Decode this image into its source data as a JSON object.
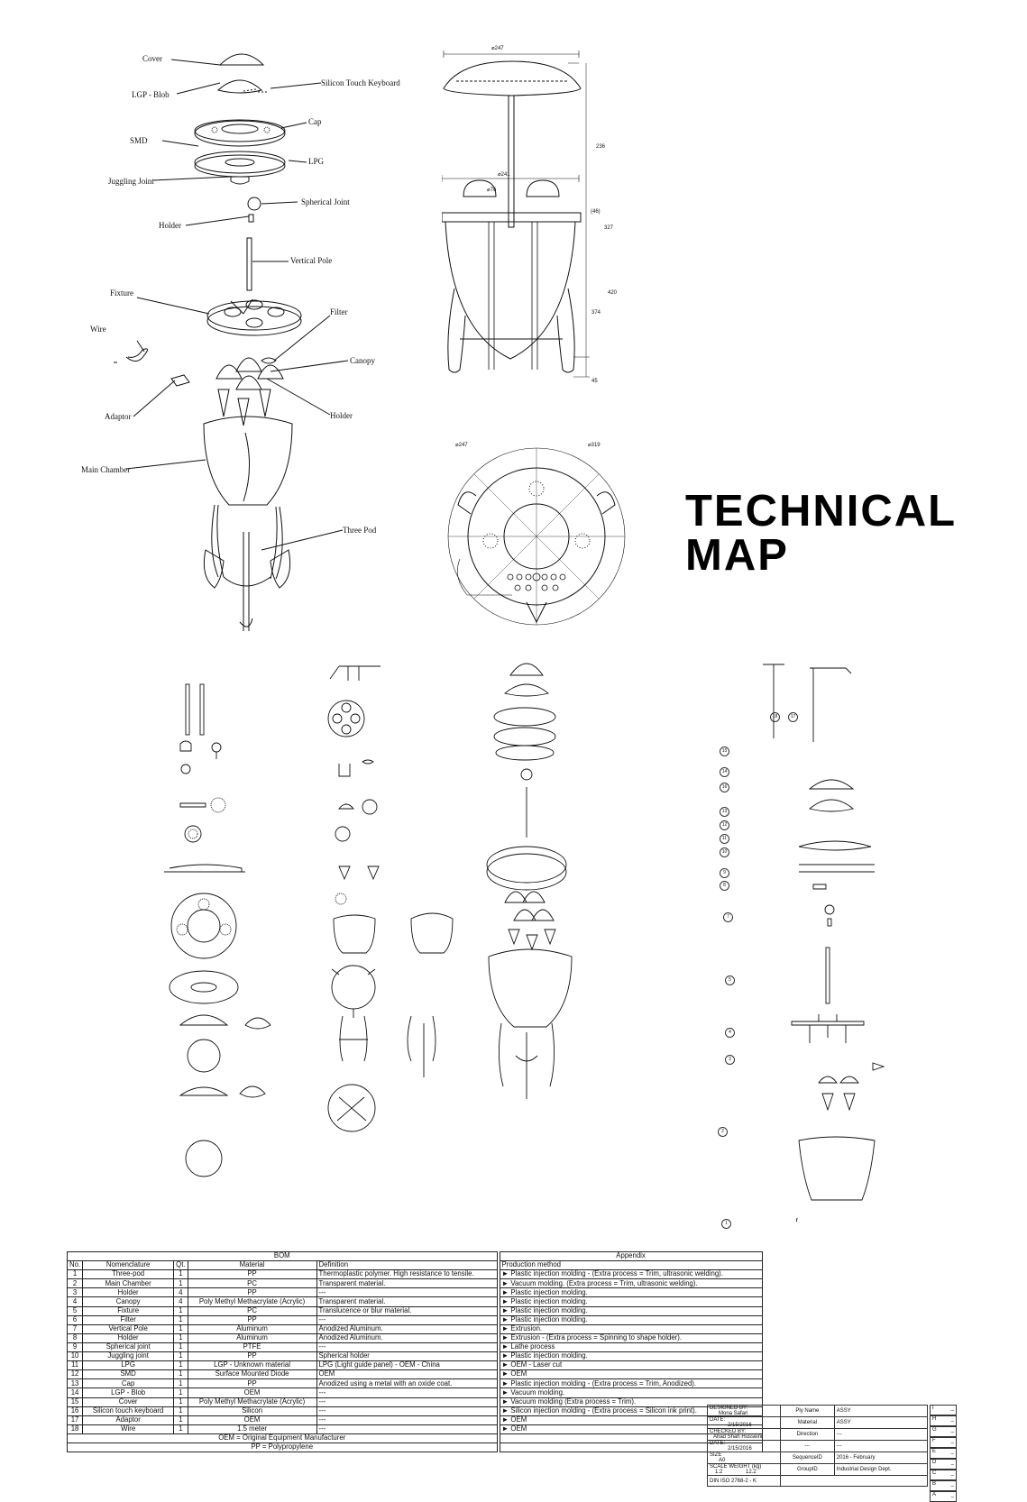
{
  "title": {
    "line1": "TECHNICAL",
    "line2": "MAP"
  },
  "exploded_labels": {
    "cover": "Cover",
    "lgp_blob": "LGP - Blob",
    "silicon_touch_keyboard": "Silicon Touch Keyboard",
    "cap": "Cap",
    "smd": "SMD",
    "lpg": "LPG",
    "juggling_joint": "Juggling Joint",
    "spherical_joint": "Spherical Joint",
    "holder": "Holder",
    "vertical_pole": "Vertical Pole",
    "fixture": "Fixture",
    "filter": "Filter",
    "wire": "Wire",
    "canopy": "Canopy",
    "adaptor": "Adaptor",
    "holder2": "Holder",
    "main_chamber": "Main Chamber",
    "three_pod": "Three Pod"
  },
  "dimensions": {
    "top_dia": "⌀247",
    "mid_dia": "⌀241",
    "inner_dia": "⌀76",
    "h236": "236",
    "h45a": "(46)",
    "h327": "327",
    "h374": "374",
    "h420": "420",
    "h45": "45",
    "plan_dia1": "⌀247",
    "plan_dia2": "⌀319"
  },
  "bom": {
    "header_bom": "BOM",
    "header_appendix": "Appendix",
    "columns": [
      "No.",
      "Nomenclature",
      "Qt.",
      "Material",
      "Definition",
      "Production method"
    ],
    "rows": [
      [
        "1",
        "Three-pod",
        "1",
        "PP",
        "Thermoplastic polymer. High resistance to tensile.",
        "► Plastic injection molding  - (Extra process  = Trim, ultrasonic welding)."
      ],
      [
        "2",
        "Main Chamber",
        "1",
        "PC",
        "Transparent material.",
        "► Vacuum molding. (Extra process  = Trim, ultrasonic welding)."
      ],
      [
        "3",
        "Holder",
        "4",
        "PP",
        "---",
        "► Plastic injection molding."
      ],
      [
        "4",
        "Canopy",
        "4",
        "Poly Methyl Methacrylate (Acrylic)",
        "Transparent material.",
        "► Plastic injection molding."
      ],
      [
        "5",
        "Fixture",
        "1",
        "PC",
        "Translucence or blur material.",
        "► Plastic injection molding."
      ],
      [
        "6",
        "Filter",
        "1",
        "PP",
        "---",
        "► Plastic injection molding."
      ],
      [
        "7",
        "Vertical Pole",
        "1",
        "Aluminum",
        "Anodized Aluminum.",
        "► Extrusion."
      ],
      [
        "8",
        "Holder",
        "1",
        "Aluminum",
        "Anodized Aluminum.",
        "► Extrusion - (Extra process = Spinning to shape holder)."
      ],
      [
        "9",
        "Spherical joint",
        "1",
        "PTFE",
        "---",
        "► Lathe process"
      ],
      [
        "10",
        "Juggling joint",
        "1",
        "PP",
        "Spherical holder",
        "► Plastic injection molding."
      ],
      [
        "11",
        "LPG",
        "1",
        "LGP - Unknown material",
        "LPG (Light guide panel) - OEM - China",
        "► OEM - Laser cut"
      ],
      [
        "12",
        "SMD",
        "1",
        "Surface Mounted Diode",
        "OEM",
        "► OEM"
      ],
      [
        "13",
        "Cap",
        "1",
        "PP",
        "Anodized using a metal with an oxide coat.",
        "► Plastic injection molding  - (Extra process  = Trim, Anodized)."
      ],
      [
        "14",
        "LGP - Blob",
        "1",
        "OEM",
        "---",
        "► Vacuum molding."
      ],
      [
        "15",
        "Cover",
        "1",
        "Poly Methyl Methacrylate (Acrylic)",
        "---",
        "► Vacuum molding (Extra process  = Trim)."
      ],
      [
        "16",
        "Silicon touch keyboard",
        "1",
        "Silicon",
        "---",
        "► Silicon injection molding - (Extra process  = Silicon ink print)."
      ],
      [
        "17",
        "Adaptor",
        "1",
        "OEM",
        "---",
        "► OEM"
      ],
      [
        "18",
        "Wire",
        "1",
        "1.5 meter",
        "---",
        "► OEM"
      ]
    ],
    "footnote1": "OEM = Original Equipment Manufacturer",
    "footnote2": "PP = Polypropylene"
  },
  "title_block": {
    "designed_by_label": "DESIGNED BY:",
    "designer": "Mona Safari",
    "date_label": "DATE:",
    "date1": "2/15/2016",
    "checked_by_label": "CHECKED BY:",
    "checker": "Ahad Shah Husseini",
    "date2": "2/15/2016",
    "size_label": "SIZE",
    "size": "A0",
    "scale_label": "SCALE",
    "weight_label": "WEIGHT (kg)",
    "scale": "1:2",
    "weight": "12.2",
    "standard": "DIN ISO 2768-2 - K",
    "ply_name_label": "Ply Name",
    "ply_name": "ASSY",
    "material_label": "Material",
    "material": "ASSY",
    "direction_label": "Direction",
    "direction": "---",
    "blank_label": "---",
    "blank_value": "---",
    "sequence_label": "SequenceID",
    "sequence": "2016 - February",
    "group_label": "GroupID",
    "group": "Industrial Design Dept.",
    "revisions": [
      "I",
      "H",
      "G",
      "F",
      "E",
      "D",
      "C",
      "B",
      "A"
    ]
  },
  "detail_numbers": [
    "18",
    "17",
    "15",
    "14",
    "16",
    "13",
    "12",
    "11",
    "10",
    "9",
    "8",
    "7",
    "5",
    "4",
    "3",
    "2",
    "1"
  ]
}
